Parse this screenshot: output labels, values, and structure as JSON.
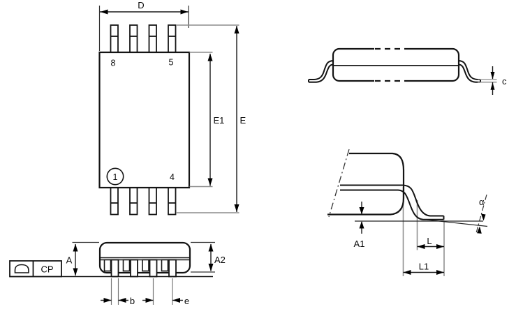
{
  "drawing": {
    "background": "#ffffff",
    "outline_color": "#141414",
    "dimension_color": "#1a1a1a",
    "extension_color": "#8c8c8c",
    "top_view": {
      "name": "package top view",
      "dims": {
        "D": "D",
        "E": "E",
        "E1": "E1"
      },
      "pins": {
        "top_left": "8",
        "top_right": "5",
        "bottom_right": "4",
        "bottom_left": "1"
      }
    },
    "side_view": {
      "name": "package side view",
      "dims": {
        "c": "c"
      }
    },
    "front_view": {
      "name": "package front view",
      "dims": {
        "A": "A",
        "A2": "A2",
        "b": "b",
        "e": "e"
      },
      "datum": {
        "cp": "CP"
      }
    },
    "detail_view": {
      "name": "lead detail view",
      "dims": {
        "A1": "A1",
        "L": "L",
        "L1": "L1",
        "alpha": "α"
      }
    }
  }
}
